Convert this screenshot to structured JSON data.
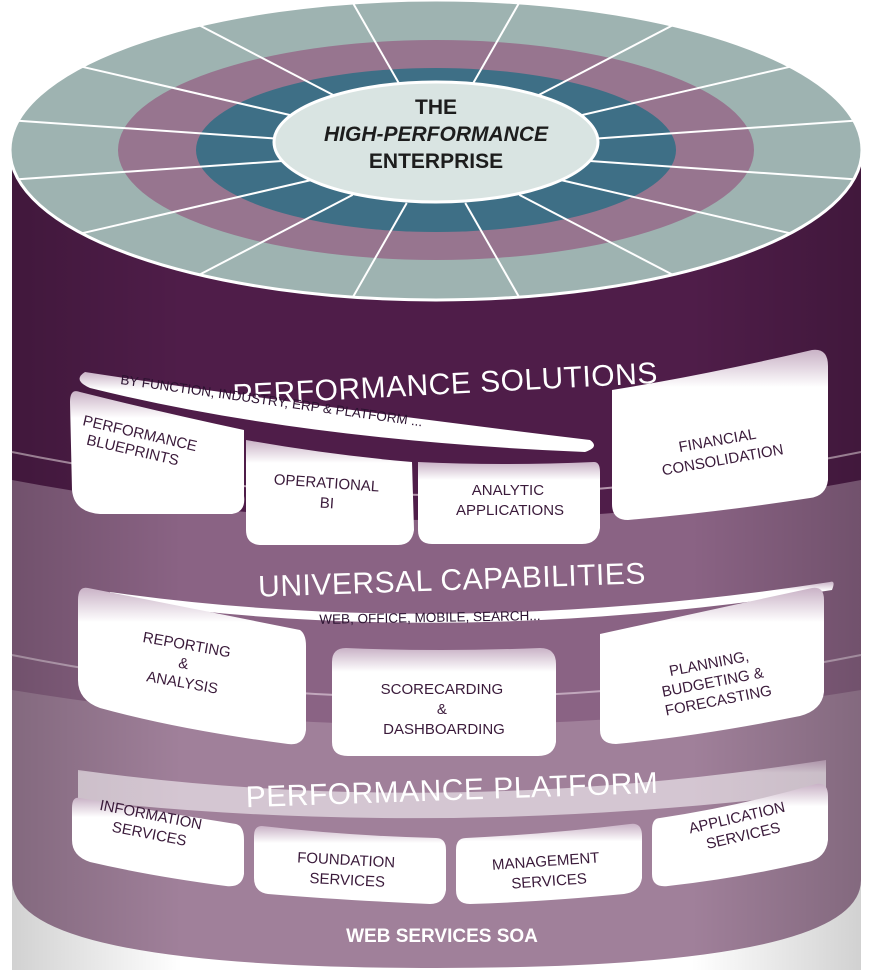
{
  "core": {
    "line1": "THE",
    "line2": "HIGH-PERFORMANCE",
    "line3": "ENTERPRISE"
  },
  "solutions": {
    "title": "PERFORMANCE SOLUTIONS",
    "banner": "BY FUNCTION, INDUSTRY, ERP & PLATFORM ...",
    "items": [
      {
        "lines": [
          "PERFORMANCE",
          "BLUEPRINTS"
        ]
      },
      {
        "lines": [
          "OPERATIONAL",
          "BI"
        ]
      },
      {
        "lines": [
          "ANALYTIC",
          "APPLICATIONS"
        ]
      },
      {
        "lines": [
          "FINANCIAL",
          "CONSOLIDATION"
        ]
      }
    ]
  },
  "capabilities": {
    "title": "UNIVERSAL CAPABILITIES",
    "banner": "WEB, OFFICE, MOBILE, SEARCH...",
    "items": [
      {
        "lines": [
          "REPORTING",
          "&",
          "ANALYSIS"
        ]
      },
      {
        "lines": [
          "SCORECARDING",
          "&",
          "DASHBOARDING"
        ]
      },
      {
        "lines": [
          "PLANNING,",
          "BUDGETING &",
          "FORECASTING"
        ]
      }
    ]
  },
  "platform": {
    "title": "PERFORMANCE PLATFORM",
    "items": [
      {
        "lines": [
          "INFORMATION",
          "SERVICES"
        ]
      },
      {
        "lines": [
          "FOUNDATION",
          "SERVICES"
        ]
      },
      {
        "lines": [
          "MANAGEMENT",
          "SERVICES"
        ]
      },
      {
        "lines": [
          "APPLICATION",
          "SERVICES"
        ]
      }
    ],
    "footer": "WEB SERVICES SOA"
  },
  "colors": {
    "dark_plum": "#4f1d49",
    "mid_plum": "#8a6384",
    "light_plum": "#a0809a",
    "teal_dark": "#3e6f86",
    "ring_rose": "#97758f",
    "ring_outer": "#9eb3b1",
    "core_fill": "#d9e4e2"
  }
}
